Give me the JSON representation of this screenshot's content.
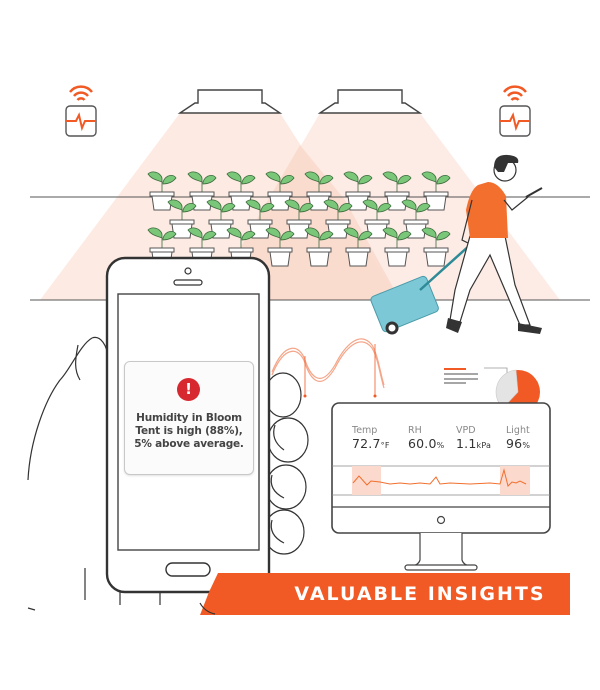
{
  "scene": {
    "title": "Grow room monitoring illustration",
    "accent_color": "#f15a24",
    "light_beam_color": "#fde8df",
    "leaf_color": "#7ac77a",
    "suitcase_color": "#7cc8d6",
    "shirt_color": "#f26f2e"
  },
  "sensors": [
    {
      "name": "sensor-left",
      "icon": "wifi-pulse-sensor-icon"
    },
    {
      "name": "sensor-right",
      "icon": "wifi-pulse-sensor-icon"
    }
  ],
  "phone": {
    "alert": {
      "icon": "exclamation-alert-icon",
      "alert_color": "#d7282f",
      "line1": "Humidity in Bloom",
      "line2": "Tent is high (88%),",
      "line3": "5% above average."
    }
  },
  "monitor": {
    "metrics": [
      {
        "label": "Temp",
        "value": "72.7",
        "unit": "°F"
      },
      {
        "label": "RH",
        "value": "60.0",
        "unit": "%"
      },
      {
        "label": "VPD",
        "value": "1.1",
        "unit": "kPa"
      },
      {
        "label": "Light",
        "value": "96",
        "unit": "%"
      }
    ]
  },
  "banner": {
    "text": "VALUABLE INSIGHTS"
  }
}
